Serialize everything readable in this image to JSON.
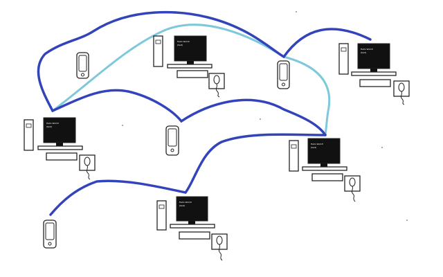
{
  "diagram": {
    "colors": {
      "dark_link": "#3344bb",
      "light_link": "#7ec8dc",
      "outline": "#222222",
      "screen": "#111111"
    },
    "nodes": [
      {
        "type": "computer",
        "id": "pc-top-center",
        "screen_text": [
          "Hello World!",
          "(text)"
        ]
      },
      {
        "type": "computer",
        "id": "pc-top-right",
        "screen_text": [
          "Hello World!",
          "(text)"
        ]
      },
      {
        "type": "computer",
        "id": "pc-left",
        "screen_text": [
          "Hello World!",
          "(text)"
        ]
      },
      {
        "type": "computer",
        "id": "pc-right",
        "screen_text": [
          "Hello World!",
          "(text)"
        ]
      },
      {
        "type": "computer",
        "id": "pc-bottom-center",
        "screen_text": [
          "Hello World!",
          "(text)"
        ]
      },
      {
        "type": "phone",
        "id": "phone-top-left"
      },
      {
        "type": "phone",
        "id": "phone-top-right"
      },
      {
        "type": "phone",
        "id": "phone-center"
      },
      {
        "type": "phone",
        "id": "phone-bottom-left"
      }
    ]
  }
}
